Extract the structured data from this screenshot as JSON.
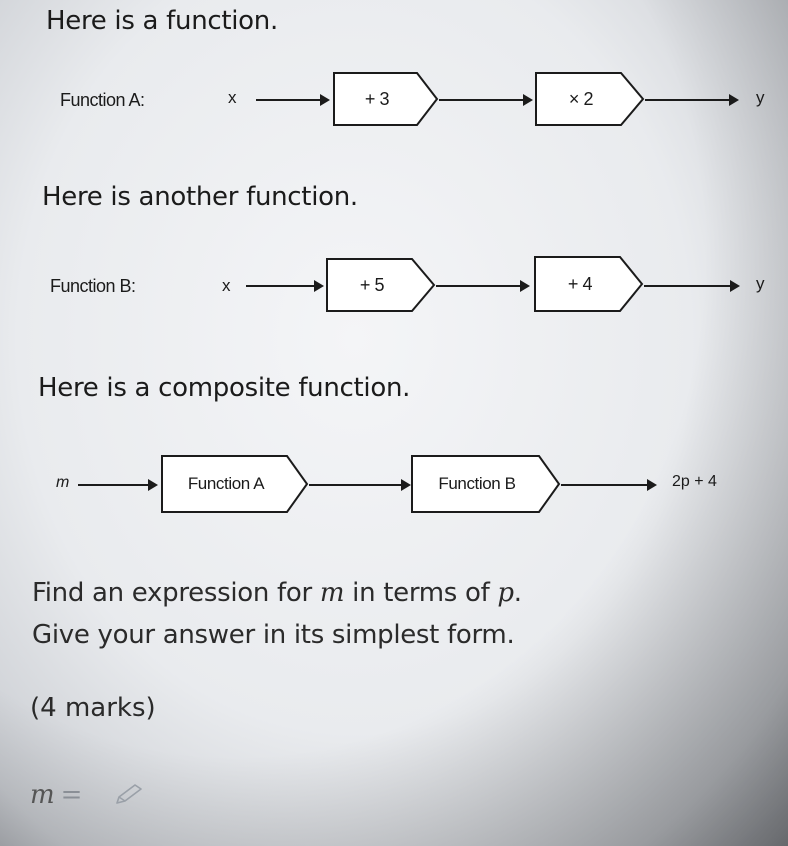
{
  "section_a": {
    "heading": "Here is a function.",
    "label": "Function A:",
    "input": "x",
    "steps": [
      "+ 3",
      "× 2"
    ],
    "output": "y"
  },
  "section_b": {
    "heading": "Here is another function.",
    "label": "Function B:",
    "input": "x",
    "steps": [
      "+ 5",
      "+ 4"
    ],
    "output": "y"
  },
  "composite": {
    "heading": "Here is a composite function.",
    "input": "m",
    "steps": [
      "Function A",
      "Function B"
    ],
    "output": "2p + 4"
  },
  "question": {
    "line1_start": "Find an expression for ",
    "line1_var1": "m",
    "line1_mid": " in terms of ",
    "line1_var2": "p",
    "line1_end": ".",
    "line2": "Give your answer in its simplest form.",
    "marks": "(4 marks)",
    "answer_var": "m",
    "answer_eq": "="
  },
  "icons": {
    "answer": "pencil-icon"
  }
}
